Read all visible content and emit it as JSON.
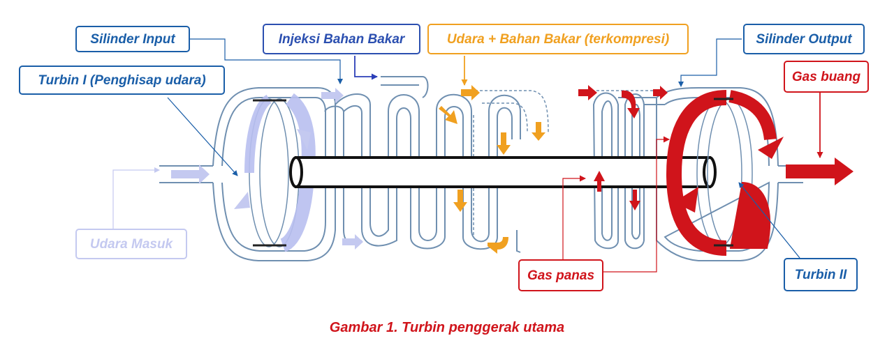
{
  "labels": {
    "silinder_input": "Silinder Input",
    "turbin_1": "Turbin I (Penghisap udara)",
    "injeksi": "Injeksi Bahan Bakar",
    "udara_bahan_bakar": "Udara + Bahan Bakar (terkompresi)",
    "silinder_output": "Silinder Output",
    "gas_buang": "Gas buang",
    "udara_masuk": "Udara Masuk",
    "gas_panas": "Gas panas",
    "turbin_2": "Turbin II"
  },
  "caption": "Gambar 1. Turbin penggerak utama",
  "colors": {
    "blue": "#1a5ea8",
    "dark_blue": "#2b4fb0",
    "orange": "#f0a020",
    "red": "#d0141b",
    "light": "#b8bff0",
    "outline": "#6f8fb0"
  }
}
